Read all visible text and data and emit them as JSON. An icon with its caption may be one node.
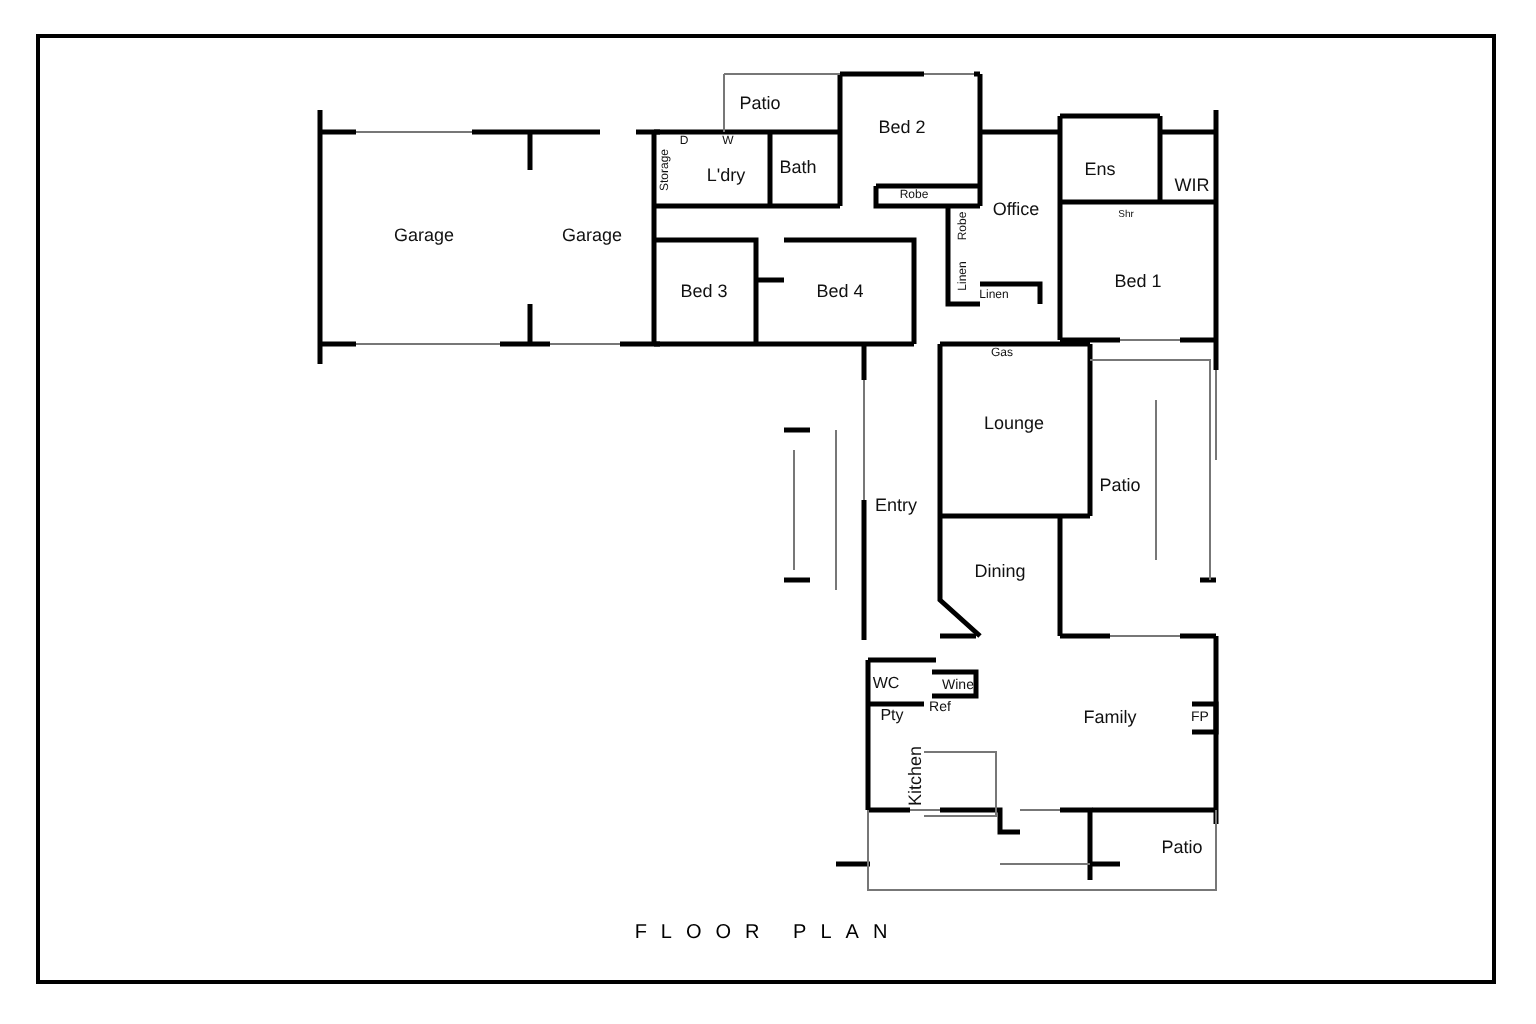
{
  "diagram": {
    "title": "FLOOR PLAN",
    "labels": [
      "Patio",
      "Bed 2",
      "D",
      "W",
      "L'dry",
      "Bath",
      "Storage",
      "Ens",
      "WIR",
      "Garage",
      "Garage",
      "Office",
      "Robe",
      "Robe",
      "Shr",
      "Bed 3",
      "Bed 4",
      "Linen",
      "Linen",
      "Bed 1",
      "Gas",
      "Lounge",
      "Patio",
      "Entry",
      "Dining",
      "WC",
      "Wine",
      "Pty",
      "Ref",
      "Family",
      "FP",
      "Kitchen",
      "Patio"
    ]
  }
}
